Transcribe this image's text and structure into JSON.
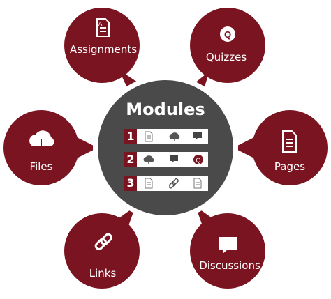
{
  "center": {
    "title": "Modules",
    "rows": [
      {
        "number": "1",
        "icons": [
          "document-icon",
          "cloud-download-icon",
          "chat-bubble-icon"
        ]
      },
      {
        "number": "2",
        "icons": [
          "cloud-download-icon",
          "chat-bubble-icon",
          "quiz-icon"
        ]
      },
      {
        "number": "3",
        "icons": [
          "document-icon",
          "link-icon",
          "document-icon"
        ]
      }
    ]
  },
  "nodes": {
    "assignments": {
      "label": "Assignments",
      "icon": "assignment-icon"
    },
    "quizzes": {
      "label": "Quizzes",
      "icon": "quiz-icon"
    },
    "files": {
      "label": "Files",
      "icon": "cloud-download-icon"
    },
    "pages": {
      "label": "Pages",
      "icon": "document-icon"
    },
    "links": {
      "label": "Links",
      "icon": "link-icon"
    },
    "discussions": {
      "label": "Discussions",
      "icon": "chat-bubble-icon"
    }
  },
  "colors": {
    "satellite": "#7a1420",
    "center": "#4a4a4a",
    "text": "#ffffff"
  }
}
